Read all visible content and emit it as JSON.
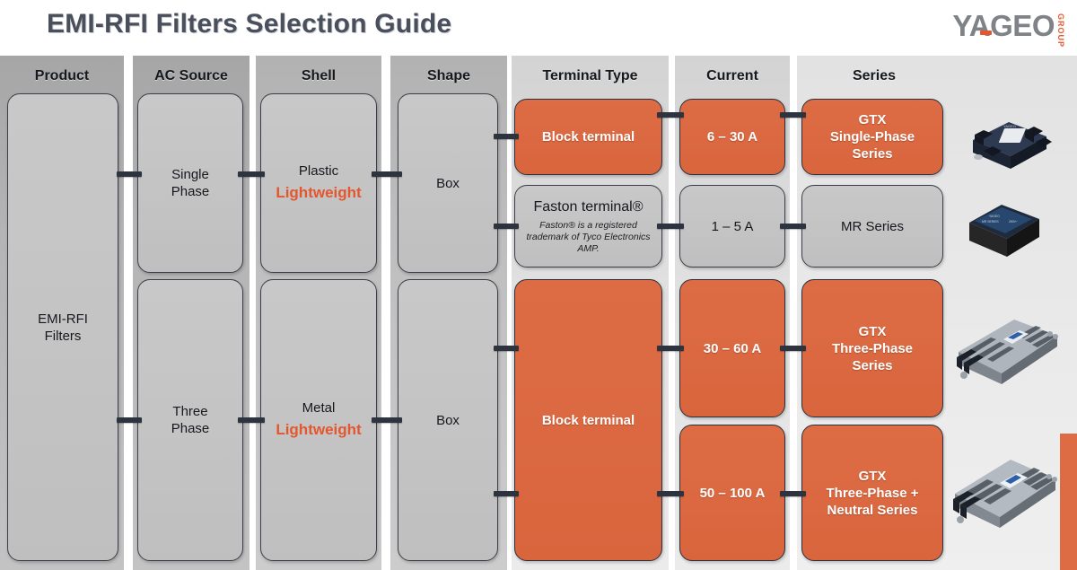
{
  "header": {
    "title": "EMI-RFI Filters Selection Guide",
    "logo_word": "YAGEO",
    "logo_sub": "GROUP",
    "title_color": "#4a4f5c",
    "accent_color": "#e4572e"
  },
  "columns": [
    {
      "key": "product",
      "label": "Product"
    },
    {
      "key": "ac_source",
      "label": "AC Source"
    },
    {
      "key": "shell",
      "label": "Shell"
    },
    {
      "key": "shape",
      "label": "Shape"
    },
    {
      "key": "terminal",
      "label": "Terminal Type"
    },
    {
      "key": "current",
      "label": "Current"
    },
    {
      "key": "series",
      "label": "Series"
    }
  ],
  "nodes": {
    "product": {
      "label": "EMI-RFI\nFilters",
      "line1": "EMI-RFI",
      "line2": "Filters",
      "style": "gray"
    },
    "ac_single": {
      "line1": "Single",
      "line2": "Phase",
      "style": "gray"
    },
    "ac_three": {
      "line1": "Three",
      "line2": "Phase",
      "style": "gray"
    },
    "shell_plastic": {
      "material": "Plastic",
      "accent": "Lightweight",
      "style": "gray"
    },
    "shell_metal": {
      "material": "Metal",
      "accent": "Lightweight",
      "style": "gray"
    },
    "shape_box_top": {
      "line1": "Box",
      "style": "gray"
    },
    "shape_box_bot": {
      "line1": "Box",
      "style": "gray"
    },
    "term_block_top": {
      "line1": "Block terminal",
      "style": "orange"
    },
    "term_faston": {
      "line1": "Faston terminal®",
      "note": "Faston® is a registered trademark of Tyco Electronics AMP.",
      "style": "gray"
    },
    "term_block_bot": {
      "line1": "Block terminal",
      "style": "orange"
    },
    "cur_6_30": {
      "line1": "6 – 30 A",
      "style": "orange"
    },
    "cur_1_5": {
      "line1": "1 – 5 A",
      "style": "gray"
    },
    "cur_30_60": {
      "line1": "30 – 60 A",
      "style": "orange"
    },
    "cur_50_100": {
      "line1": "50 – 100 A",
      "style": "orange"
    },
    "ser_gtx_single": {
      "line1": "GTX",
      "line2": "Single-Phase",
      "line3": "Series",
      "style": "orange"
    },
    "ser_mr": {
      "line1": "MR Series",
      "style": "gray"
    },
    "ser_gtx_three": {
      "line1": "GTX",
      "line2": "Three-Phase",
      "line3": "Series",
      "style": "orange"
    },
    "ser_gtx_three_n": {
      "line1": "GTX",
      "line2": "Three-Phase +",
      "line3": "Neutral Series",
      "style": "orange"
    }
  },
  "photos": [
    {
      "name": "gtx-single-phase-filter-photo"
    },
    {
      "name": "mr-series-filter-photo"
    },
    {
      "name": "gtx-three-phase-filter-photo"
    },
    {
      "name": "gtx-three-phase-neutral-filter-photo"
    }
  ],
  "colors": {
    "orange": "#dd6c45",
    "gray_box": "#c4c4c4",
    "outline": "#2b3040",
    "connector": "#2e3340"
  }
}
